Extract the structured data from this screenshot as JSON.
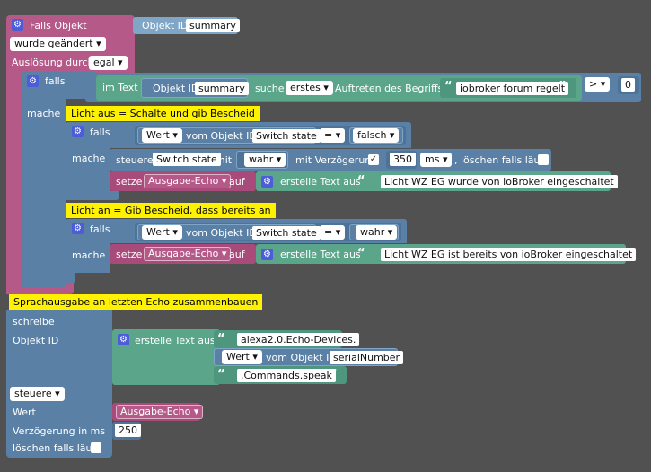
{
  "trigger": {
    "title": "Falls Objekt",
    "objid_label": "Objekt ID",
    "objid_value": "summary",
    "changed": "wurde geändert",
    "ausloesung_label": "Auslösung durch",
    "ausloesung_value": "egal"
  },
  "outer_if": {
    "falls": "falls",
    "mache": "mache",
    "im_text": "im Text",
    "objid_label": "Objekt ID",
    "objid_value": "summary",
    "suche": "suche",
    "erstes": "erstes",
    "auftreten": "Auftreten des Begriffs",
    "begriff": "iobroker forum regelt",
    "op": ">",
    "num": "0"
  },
  "block_aus": {
    "comment": "Licht aus = Schalte und gib Bescheid",
    "falls": "falls",
    "mache": "mache",
    "wert": "Wert",
    "vom_objekt": "vom Objekt ID",
    "objid_value": "Switch state",
    "eq": "=",
    "compare_value": "falsch",
    "steuere": "steuere",
    "steuere_obj": "Switch state",
    "mit": "mit",
    "mit_value": "wahr",
    "mit_verzoegerung": "mit Verzögerung",
    "delay": "350",
    "unit": "ms",
    "loeschen": ", löschen falls läuft",
    "setze": "setze",
    "var": "Ausgabe-Echo",
    "auf": "auf",
    "erstelle": "erstelle Text aus",
    "text": "Licht WZ EG wurde von ioBroker eingeschaltet"
  },
  "block_an": {
    "comment": "Licht an = Gib Bescheid, dass bereits an",
    "falls": "falls",
    "mache": "mache",
    "wert": "Wert",
    "vom_objekt": "vom Objekt ID",
    "objid_value": "Switch state",
    "eq": "=",
    "compare_value": "wahr",
    "setze": "setze",
    "var": "Ausgabe-Echo",
    "auf": "auf",
    "erstelle": "erstelle Text aus",
    "text": "Licht WZ EG ist bereits von ioBroker eingeschaltet"
  },
  "speech": {
    "comment": "Sprachausgabe an letzten Echo zusammenbauen",
    "schreibe": "schreibe",
    "objid_label": "Objekt ID",
    "erstelle": "erstelle Text aus",
    "part1": "alexa2.0.Echo-Devices.",
    "wert": "Wert",
    "vom_objekt": "vom Objekt ID",
    "serial": "serialNumber",
    "part3": ".Commands.speak",
    "steuere": "steuere",
    "wert_label": "Wert",
    "var": "Ausgabe-Echo",
    "verzoegerung": "Verzögerung in ms",
    "delay": "250",
    "loeschen": "löschen falls läuft"
  },
  "colors": {
    "background": "#515151",
    "trigger": "#b55a88",
    "logic": "#5a80a6",
    "text": "#5ba58b",
    "comment": "#fff200",
    "gear": "#4d5cd7"
  }
}
